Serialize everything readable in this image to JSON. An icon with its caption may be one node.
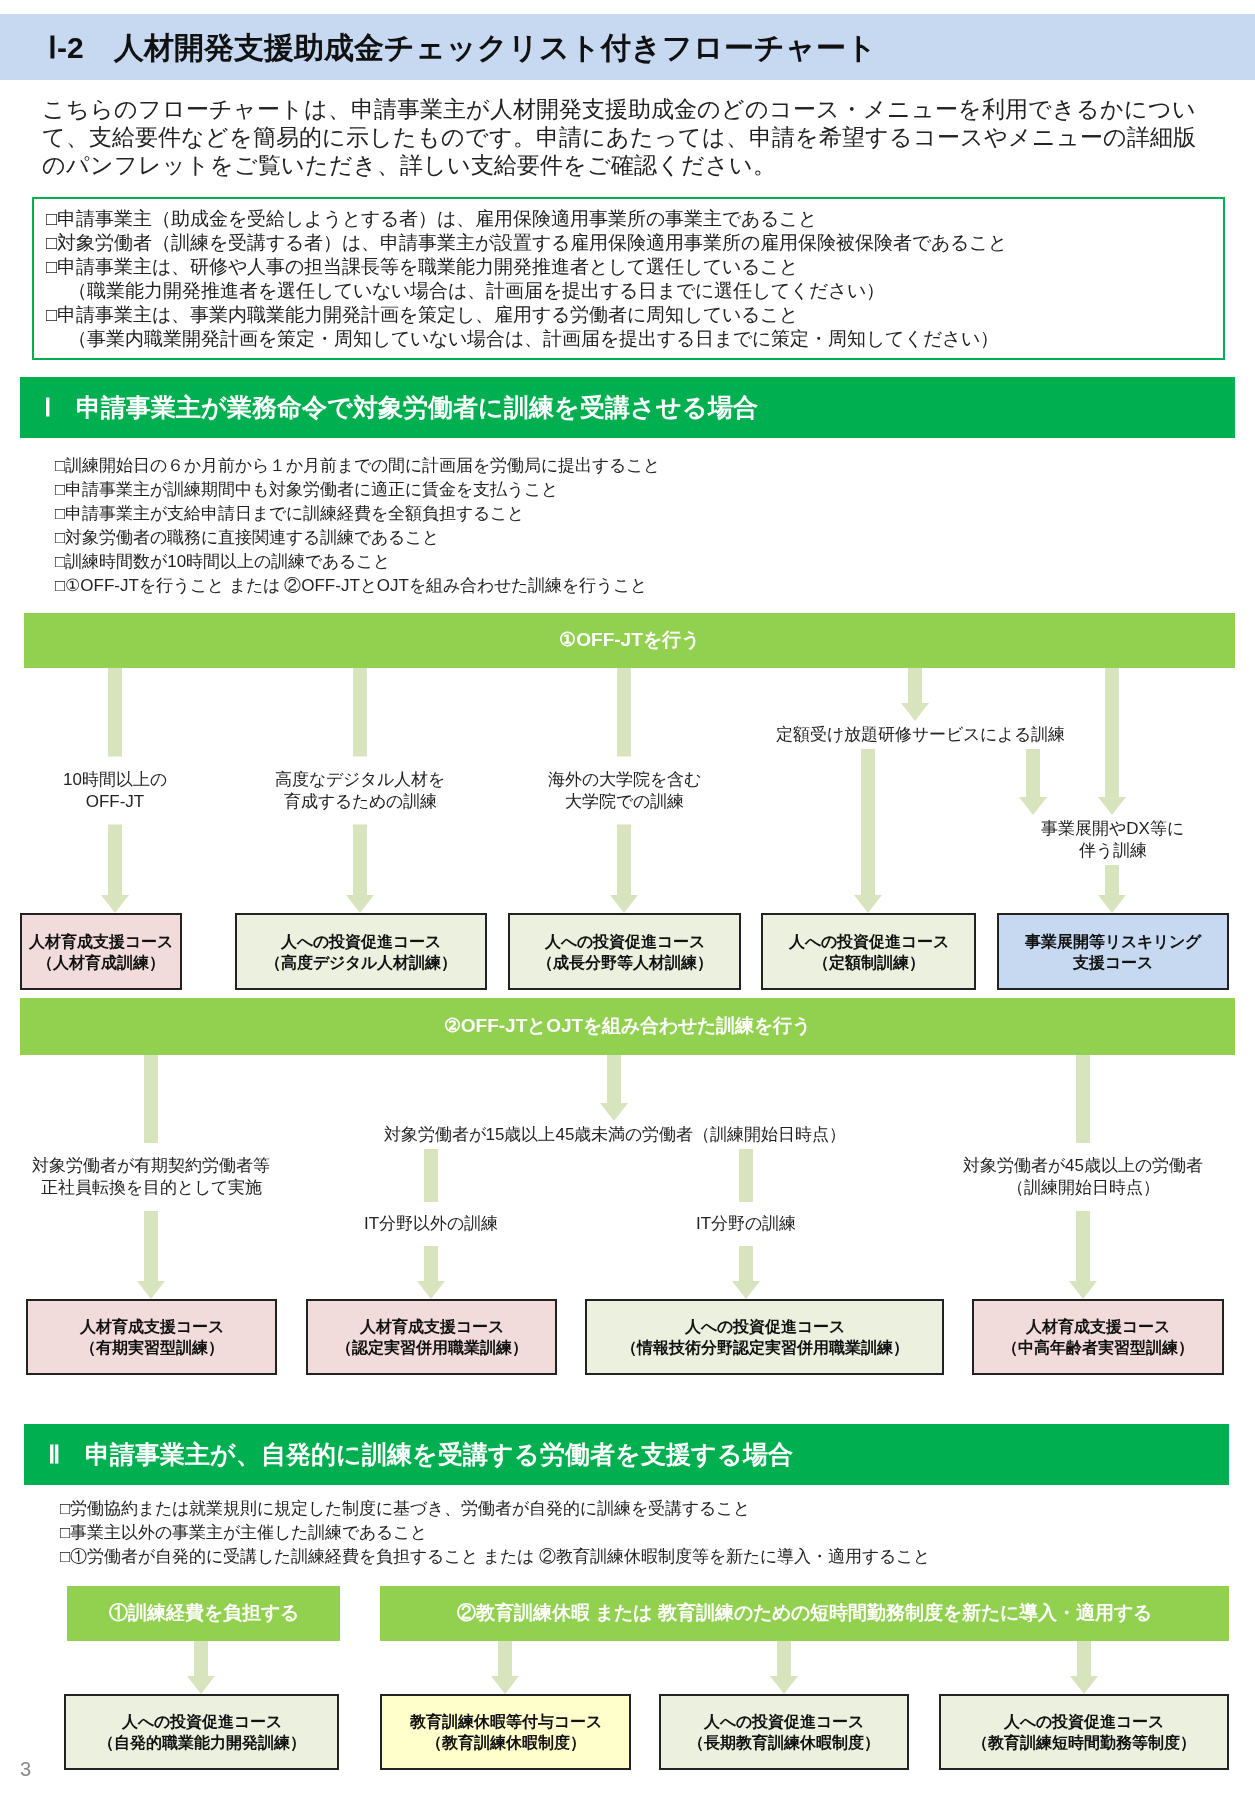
{
  "diagram": {
    "title": "Ⅰ-2　人材開発支援助成金チェックリスト付きフローチャート",
    "nodes": [
      {
        "text": [
          "□申請事業主（助成金を受給しようとする者）は、雇用保険適用事業所の事業主であること",
          "□対象労働者（訓練を受講する者）は、申請事業主が設置する雇用保険適用事業所の雇用保険被保険者であること",
          "□申請事業主は、研修や人事の担当課長等を職業能力開発推進者として選任していること",
          "（職業能力開発推進者を選任していない場合は、計画届を提出する日までに選任してください）",
          "□申請事業主は、事業内職業能力開発計画を策定し、雇用する労働者に周知していること",
          "（事業内職業開発計画を策定・周知していない場合は、計画届を提出する日までに策定・周知してください）"
        ]
      },
      {
        "text": [
          "Ⅰ　申請事業主が業務命令で対象労働者に訓練を受講させる場合"
        ]
      },
      {
        "text": [
          "①OFF-JTを行う"
        ]
      },
      {
        "text": [
          "定額受け放題研修サービスによる訓練"
        ]
      },
      {
        "text": [
          "事業展開やDX等に伴う訓練"
        ]
      },
      {
        "text": [
          "人材育成支援コース",
          "（人材育成訓練）"
        ]
      },
      {
        "text": [
          "人への投資促進コース",
          "（高度デジタル人材訓練）"
        ]
      },
      {
        "text": [
          "人への投資促進コース",
          "（成長分野等人材訓練）"
        ]
      },
      {
        "text": [
          "人への投資促進コース",
          "（定額制訓練）"
        ]
      },
      {
        "text": [
          "事業展開等リスキリング支援コース"
        ]
      },
      {
        "text": [
          "②OFF-JTとOJTを組み合わせた訓練を行う"
        ]
      },
      {
        "text": [
          "対象労働者が15歳以上45歳未満の労働者（訓練開始日時点）"
        ]
      },
      {
        "text": [
          "人材育成支援コース",
          "（有期実習型訓練）"
        ]
      },
      {
        "text": [
          "人材育成支援コース",
          "（認定実習併用職業訓練）"
        ]
      },
      {
        "text": [
          "人への投資促進コース",
          "（情報技術分野認定実習併用職業訓練）"
        ]
      },
      {
        "text": [
          "人材育成支援コース",
          "（中高年齢者実習型訓練）"
        ]
      },
      {
        "text": [
          "Ⅱ　申請事業主が、自発的に訓練を受講する労働者を支援する場合"
        ]
      },
      {
        "text": [
          "①訓練経費を負担する"
        ]
      },
      {
        "text": [
          "②教育訓練休暇 または 教育訓練のための短時間勤務制度を新たに導入・適用する"
        ]
      },
      {
        "text": [
          "人への投資促進コース",
          "（自発的職業能力開発訓練）"
        ]
      },
      {
        "text": [
          "教育訓練休暇等付与コース",
          "（教育訓練休暇制度）"
        ]
      },
      {
        "text": [
          "人への投資促進コース",
          "（長期教育訓練休暇制度）"
        ]
      },
      {
        "text": [
          "人への投資促進コース",
          "（教育訓練短時間勤務等制度）"
        ]
      }
    ],
    "edges": [
      {
        "from": 2,
        "to": 5,
        "arrow": "to",
        "label": "10時間以上の OFF-JT"
      },
      {
        "from": 2,
        "to": 6,
        "arrow": "to",
        "label": "高度なデジタル人材を育成するための訓練"
      },
      {
        "from": 2,
        "to": 7,
        "arrow": "to",
        "label": "海外の大学院を含む大学院での訓練"
      },
      {
        "from": 2,
        "to": 3,
        "arrow": "to"
      },
      {
        "from": 3,
        "to": 8,
        "arrow": "to"
      },
      {
        "from": 3,
        "to": 4,
        "arrow": "to"
      },
      {
        "from": 2,
        "to": 4,
        "arrow": "to"
      },
      {
        "from": 4,
        "to": 9,
        "arrow": "to"
      },
      {
        "from": 10,
        "to": 12,
        "arrow": "to",
        "label": "対象労働者が有期契約労働者等正社員転換を目的として実施"
      },
      {
        "from": 10,
        "to": 11,
        "arrow": "to"
      },
      {
        "from": 11,
        "to": 13,
        "arrow": "to",
        "label": "IT分野以外の訓練"
      },
      {
        "from": 11,
        "to": 14,
        "arrow": "to",
        "label": "IT分野の訓練"
      },
      {
        "from": 10,
        "to": 15,
        "arrow": "to",
        "label": "対象労働者が45歳以上の労働者（訓練開始日時点）"
      },
      {
        "from": 17,
        "to": 19,
        "arrow": "to"
      },
      {
        "from": 18,
        "to": 20,
        "arrow": "to"
      },
      {
        "from": 18,
        "to": 21,
        "arrow": "to"
      },
      {
        "from": 18,
        "to": 22,
        "arrow": "to"
      }
    ],
    "labels": [
      "こちらのフローチャートは、申請事業主が人材開発支援助成金のどのコース・メニューを利用できるかについて、支給要件などを簡易的に示したものです。申請にあたっては、申請を希望するコースやメニューの詳細版のパンフレットをご覧いただき、詳しい支給要件をご確認ください。",
      "□訓練開始日の６か月前から１か月前までの間に計画届を労働局に提出すること",
      "□申請事業主が訓練期間中も対象労働者に適正に賃金を支払うこと",
      "□申請事業主が支給申請日までに訓練経費を全額負担すること",
      "□対象労働者の職務に直接関連する訓練であること",
      "□訓練時間数が10時間以上の訓練であること",
      "□①OFF-JTを行うこと または ②OFF-JTとOJTを組み合わせた訓練を行うこと",
      "□労働協約または就業規則に規定した制度に基づき、労働者が自発的に訓練を受講すること",
      "□事業主以外の事業主が主催した訓練であること",
      "□①労働者が自発的に受講した訓練経費を負担すること または ②教育訓練休暇制度等を新たに導入・適用すること",
      "3"
    ]
  }
}
